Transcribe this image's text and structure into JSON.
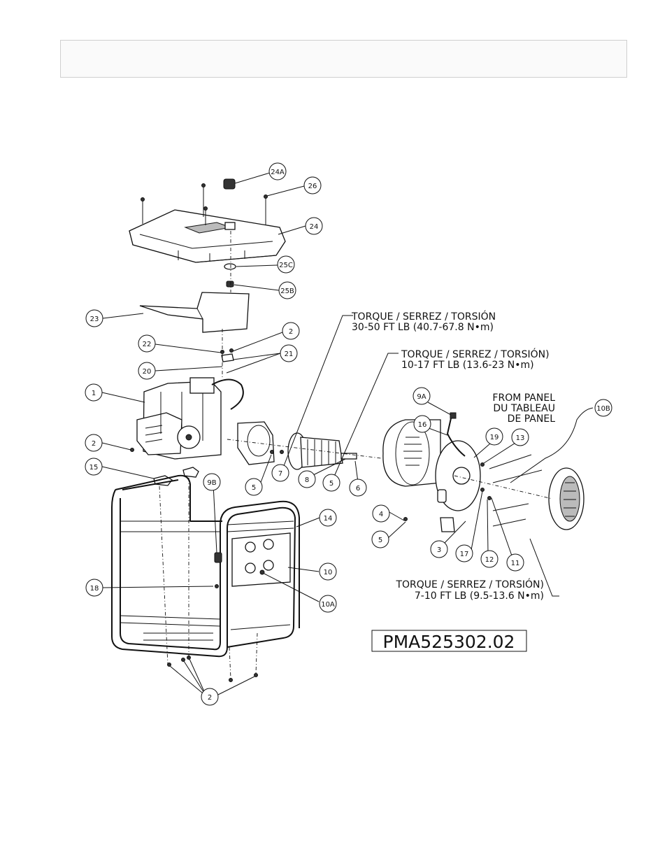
{
  "callouts": [
    {
      "label": "24A"
    },
    {
      "label": "26"
    },
    {
      "label": "24"
    },
    {
      "label": "25C"
    },
    {
      "label": "25B"
    },
    {
      "label": "23"
    },
    {
      "label": "2"
    },
    {
      "label": "22"
    },
    {
      "label": "21"
    },
    {
      "label": "20"
    },
    {
      "label": "1"
    },
    {
      "label": "2"
    },
    {
      "label": "15"
    },
    {
      "label": "5"
    },
    {
      "label": "7"
    },
    {
      "label": "8"
    },
    {
      "label": "5"
    },
    {
      "label": "6"
    },
    {
      "label": "9A"
    },
    {
      "label": "16"
    },
    {
      "label": "19"
    },
    {
      "label": "13"
    },
    {
      "label": "10B"
    },
    {
      "label": "4"
    },
    {
      "label": "5"
    },
    {
      "label": "3"
    },
    {
      "label": "17"
    },
    {
      "label": "12"
    },
    {
      "label": "11"
    },
    {
      "label": "9B"
    },
    {
      "label": "14"
    },
    {
      "label": "18"
    },
    {
      "label": "10"
    },
    {
      "label": "10A"
    },
    {
      "label": "2"
    }
  ],
  "notes": {
    "torque_rotor_1": "TORQUE / SERREZ / TORSIÓN",
    "torque_rotor_2": "30-50 FT LB (40.7-67.8 N•m)",
    "torque_bolt_1": "TORQUE / SERREZ / TORSIÓN)",
    "torque_bolt_2": "10-17 FT LB (13.6-23 N•m)",
    "from_panel_1": "FROM PANEL",
    "from_panel_2": "DU TABLEAU",
    "from_panel_3": "DE PANEL",
    "torque_rods_1": "TORQUE / SERREZ / TORSIÓN)",
    "torque_rods_2": "7-10 FT LB (9.5-13.6 N•m)"
  },
  "part_number": "PMA525302.02"
}
